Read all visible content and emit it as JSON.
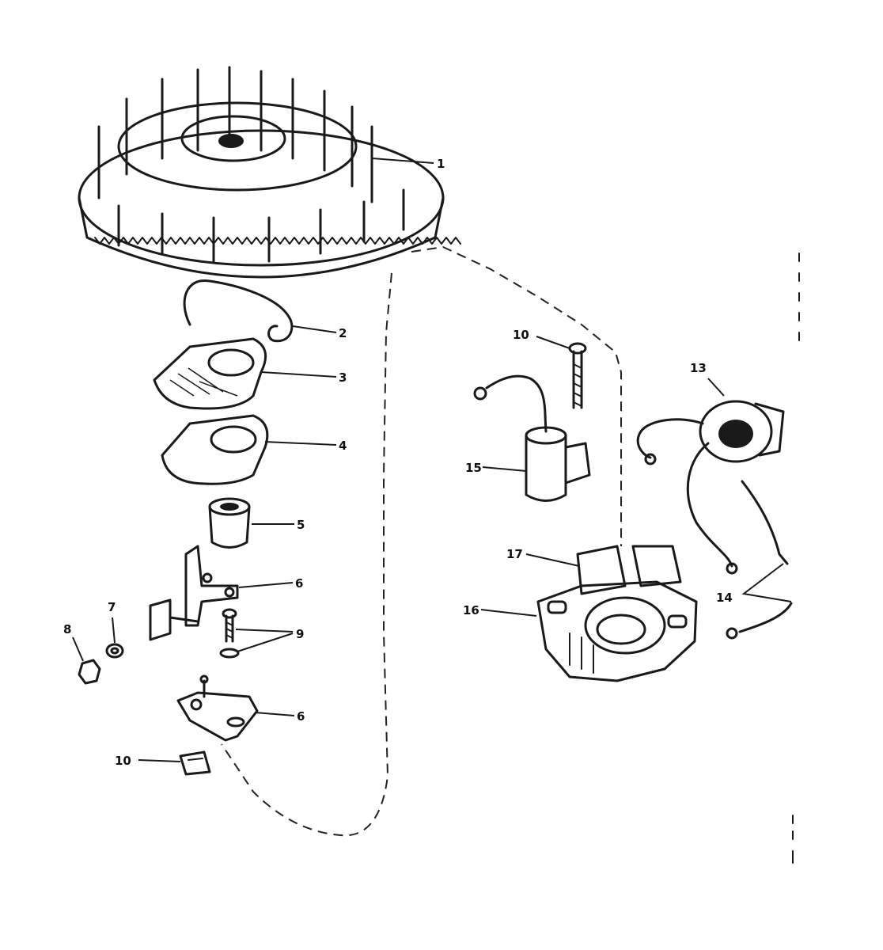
{
  "callouts": {
    "c1": "1",
    "c2": "2",
    "c3": "3",
    "c4": "4",
    "c5": "5",
    "c6a": "6",
    "c7": "7",
    "c8": "8",
    "c9": "9",
    "c6b": "6",
    "c10a": "10",
    "c10b": "10",
    "c13": "13",
    "c14": "14",
    "c15": "15",
    "c16": "16",
    "c17": "17"
  }
}
